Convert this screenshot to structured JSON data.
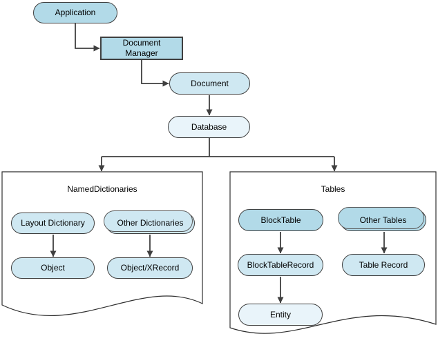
{
  "colors": {
    "fill_strong": "#b2dae8",
    "fill_light": "#cfe8f2",
    "fill_faint": "#e9f4fa",
    "stroke": "#3f3f3f",
    "text": "#000000",
    "background": "#ffffff"
  },
  "nodes": {
    "application": {
      "label": "Application"
    },
    "document_manager": {
      "lines": [
        "Document",
        "Manager"
      ]
    },
    "document": {
      "label": "Document"
    },
    "database": {
      "label": "Database"
    },
    "layout_dictionary": {
      "label": "Layout Dictionary"
    },
    "other_dictionaries": {
      "label": "Other Dictionaries"
    },
    "object": {
      "label": "Object"
    },
    "object_xrecord": {
      "label": "Object/XRecord"
    },
    "block_table": {
      "label": "BlockTable"
    },
    "other_tables": {
      "label": "Other Tables"
    },
    "block_table_record": {
      "label": "BlockTableRecord"
    },
    "table_record": {
      "label": "Table Record"
    },
    "entity": {
      "label": "Entity"
    }
  },
  "containers": {
    "named_dictionaries": {
      "title": "NamedDictionaries"
    },
    "tables": {
      "title": "Tables"
    }
  }
}
